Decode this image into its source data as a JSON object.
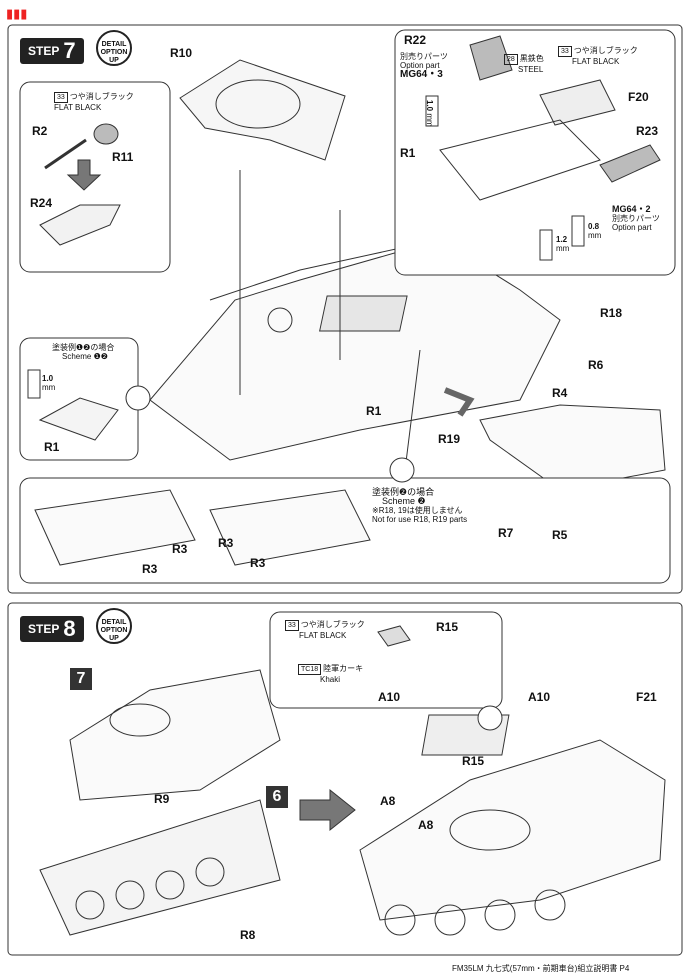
{
  "step7": {
    "step_word": "STEP",
    "step_number": "7",
    "badge": "DETAIL OPTION UP",
    "parts": {
      "r10": "R10",
      "r2": "R2",
      "r11": "R11",
      "r24": "R24",
      "r22": "R22",
      "r1a": "R1",
      "r1b": "R1",
      "r1c": "R1",
      "f20": "F20",
      "r23": "R23",
      "r18": "R18",
      "r6": "R6",
      "r4": "R4",
      "r19": "R19",
      "r7": "R7",
      "r5": "R5",
      "r3a": "R3",
      "r3b": "R3",
      "r3c": "R3",
      "r3d": "R3"
    },
    "paint_r11": {
      "code": "33",
      "jp": "つや消しブラック",
      "en": "FLAT BLACK"
    },
    "paint_f20": {
      "code": "33",
      "jp": "つや消しブラック",
      "en": "FLAT BLACK"
    },
    "paint_steel": {
      "code": "28",
      "jp": "黒鉄色",
      "en": "STEEL"
    },
    "option_r22": {
      "jp": "別売りパーツ",
      "en": "Option part",
      "code": "MG64・3"
    },
    "option_r23": {
      "code": "MG64・2",
      "jp": "別売りパーツ",
      "en": "Option part"
    },
    "dims": {
      "a": "1.0",
      "b": "1.2",
      "c": "0.8",
      "d": "1.0",
      "unit": "mm"
    },
    "scheme12": {
      "jp": "塗装例❶❷の場合",
      "en": "Scheme ❶❷"
    },
    "scheme2": {
      "jp": "塗装例❷の場合",
      "en": "Scheme ❷",
      "note_jp": "※R18, 19は使用しません",
      "note_en": "Not for use R18, R19 parts"
    }
  },
  "step8": {
    "step_word": "STEP",
    "step_number": "8",
    "badge": "DETAIL OPTION UP",
    "paint_r15": {
      "code": "33",
      "jp": "つや消しブラック",
      "en": "FLAT BLACK"
    },
    "paint_khaki": {
      "code": "TC18",
      "jp": "陸軍カーキ",
      "en": "Khaki"
    },
    "parts": {
      "r15a": "R15",
      "a10a": "A10",
      "a10b": "A10",
      "f21": "F21",
      "r15b": "R15",
      "a8a": "A8",
      "a8b": "A8",
      "r9": "R9",
      "r8": "R8"
    },
    "sub7": "7",
    "sub6": "6"
  },
  "footer": "FM35LM 九七式(57mm・前期車台)組立説明書 P4"
}
